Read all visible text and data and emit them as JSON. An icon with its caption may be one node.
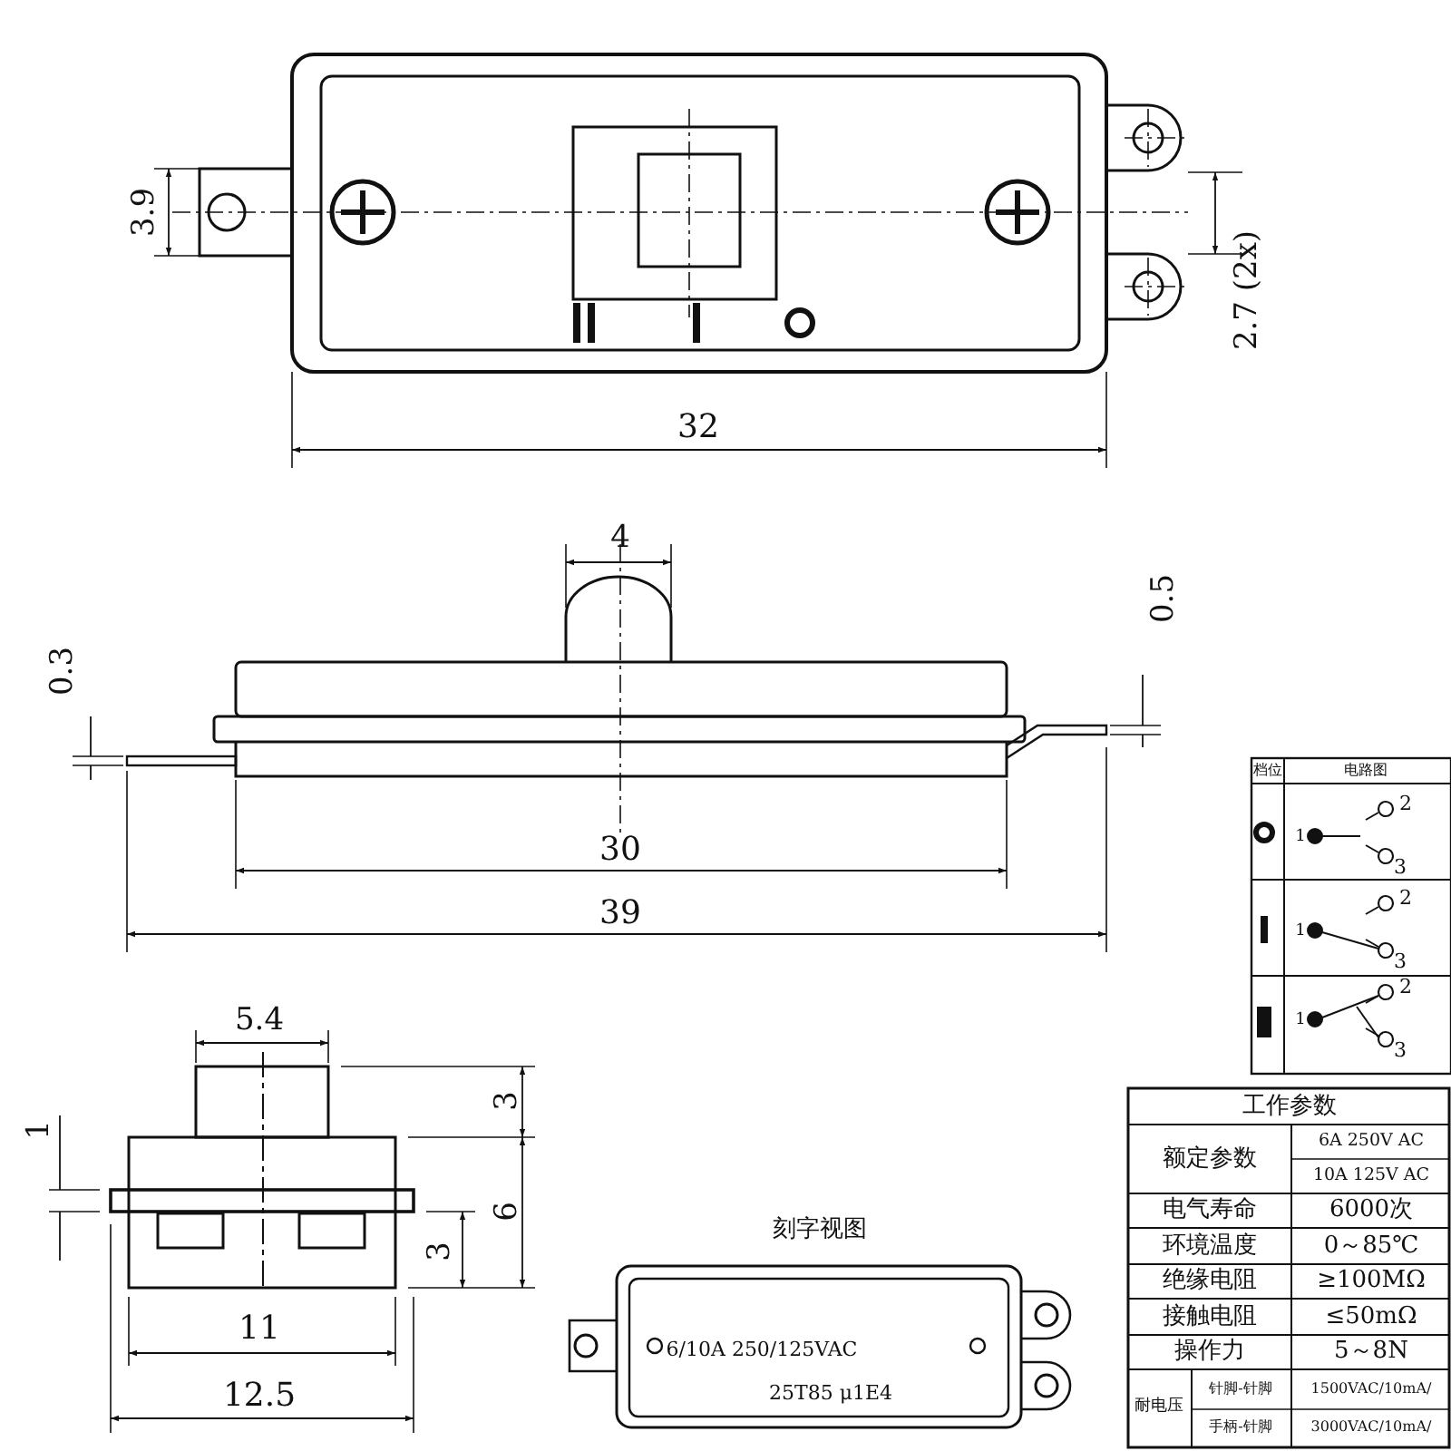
{
  "diagram": {
    "labels": [
      "3.9",
      "2.7 (2x)",
      "32",
      "4",
      "0.5",
      "0.3",
      "30",
      "39",
      "档位",
      "电路图",
      "1",
      "2",
      "3",
      "1",
      "2",
      "3",
      "1",
      "2",
      "3",
      "5.4",
      "1",
      "3",
      "6",
      "3",
      "11",
      "12.5",
      "刻字视图",
      "6/10A 250/125VAC",
      "25T85 μ1E4",
      "工作参数",
      "额定参数",
      "6A 250V AC",
      "10A 125V AC",
      "电气寿命",
      "6000次",
      "环境温度",
      "0～85℃",
      "绝缘电阻",
      "≥100MΩ",
      "接触电阻",
      "≤50mΩ",
      "操作力",
      "5～8N",
      "耐电压",
      "针脚-针脚",
      "1500VAC/10mA/",
      "手柄-针脚",
      "3000VAC/10mA/"
    ]
  }
}
